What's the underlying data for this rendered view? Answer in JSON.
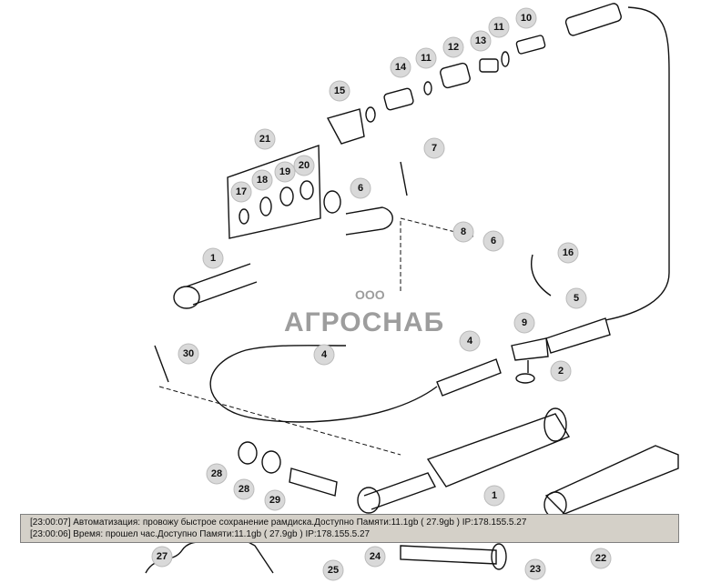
{
  "callouts": [
    {
      "label": "10"
    },
    {
      "label": "11"
    },
    {
      "label": "13"
    },
    {
      "label": "12"
    },
    {
      "label": "11"
    },
    {
      "label": "14"
    },
    {
      "label": "15"
    },
    {
      "label": "21"
    },
    {
      "label": "7"
    },
    {
      "label": "17"
    },
    {
      "label": "18"
    },
    {
      "label": "19"
    },
    {
      "label": "20"
    },
    {
      "label": "6"
    },
    {
      "label": "8"
    },
    {
      "label": "6"
    },
    {
      "label": "16"
    },
    {
      "label": "1"
    },
    {
      "label": "5"
    },
    {
      "label": "9"
    },
    {
      "label": "4"
    },
    {
      "label": "4"
    },
    {
      "label": "30"
    },
    {
      "label": "2"
    },
    {
      "label": "28"
    },
    {
      "label": "28"
    },
    {
      "label": "1"
    },
    {
      "label": "29"
    },
    {
      "label": "24"
    },
    {
      "label": "22"
    },
    {
      "label": "23"
    },
    {
      "label": "25"
    },
    {
      "label": "27"
    }
  ],
  "watermark": {
    "prefix": "ООО",
    "name": "АГРОСНАБ"
  },
  "status_log": [
    "[23:00:07]  Автоматизация: провожу быстрое сохранение рамдиска.Доступно Памяти:11.1gb  ( 27.9gb ) IP:178.155.5.27",
    "[23:00:06]  Время: прошел час.Доступно Памяти:11.1gb  ( 27.9gb ) IP:178.155.5.27"
  ]
}
